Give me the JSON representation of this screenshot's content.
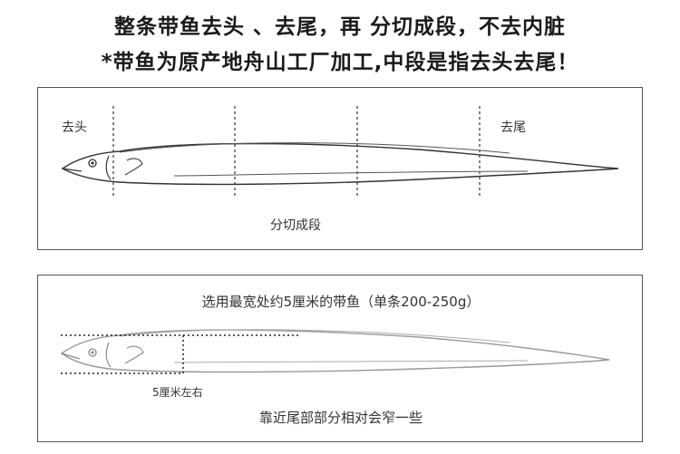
{
  "header": {
    "line1": "整条带鱼去头 、去尾，再 分切成段，不去内脏",
    "line2": "*带鱼为原产地舟山工厂加工,中段是指去头去尾！"
  },
  "panel1": {
    "head_label": "去头",
    "tail_label": "去尾",
    "cut_label": "分切成段"
  },
  "panel2": {
    "title": "选用最宽处约5厘米的带鱼（单条200-250g）",
    "width_label": "5厘米左右",
    "note": "靠近尾部部分相对会窄一些"
  },
  "colors": {
    "outline": "#333333",
    "faded_outline": "#aaaaaa",
    "panel_border": "#555555"
  }
}
